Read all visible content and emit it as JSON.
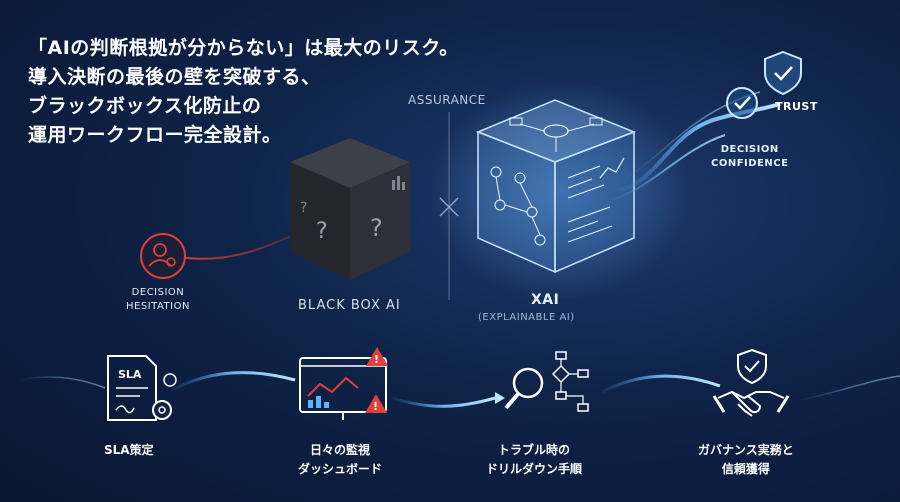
{
  "headline": {
    "line1": "「AIの判断根拠が分からない」は最大のリスク。",
    "line2": "導入決断の最後の壁を突破する、",
    "line3": "ブラックボックス化防止の",
    "line4": "運用ワークフロー完全設計。"
  },
  "diagram": {
    "assurance": "ASSURANCE",
    "black_box_label": "BLACK BOX AI",
    "xai_label": "XAI",
    "xai_sublabel": "(EXPLAINABLE AI)",
    "trust_label": "TRUST",
    "confidence_line1": "DECISION",
    "confidence_line2": "CONFIDENCE",
    "hesitation_line1": "DECISION",
    "hesitation_line2": "HESITATION",
    "question_mark": "?"
  },
  "workflow": {
    "steps": [
      {
        "line1": "SLA策定",
        "line2": "",
        "icon": "sla-document-icon"
      },
      {
        "line1": "日々の監視",
        "line2": "ダッシュボード",
        "icon": "monitoring-dashboard-icon"
      },
      {
        "line1": "トラブル時の",
        "line2": "ドリルダウン手順",
        "icon": "drilldown-search-icon"
      },
      {
        "line1": "ガバナンス実務と",
        "line2": "信頼獲得",
        "icon": "handshake-shield-icon"
      }
    ],
    "sla_doc_text": "SLA"
  },
  "colors": {
    "accent_blue": "#5fb4ff",
    "warning_red": "#e0403a",
    "background": "#0f2348"
  }
}
